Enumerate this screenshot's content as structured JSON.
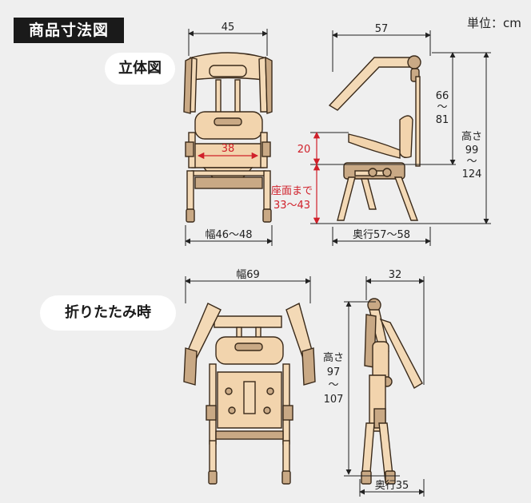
{
  "title": "商品寸法図",
  "unit": "単位：cm",
  "views": {
    "standing": {
      "label": "立体図",
      "width_top": "45",
      "seat_inner": "38",
      "width_bottom": "幅46〜48",
      "side_top": "57",
      "arm_height_1": "66",
      "arm_height_tilde": "〜",
      "arm_height_2": "81",
      "total_height_1": "高さ",
      "total_height_2": "99",
      "total_height_tilde": "〜",
      "total_height_3": "124",
      "seat_offset": "20",
      "seat_height_1": "座面まで",
      "seat_height_2": "33〜43",
      "depth": "奥行57〜58"
    },
    "folded": {
      "label": "折りたたみ時",
      "width": "幅69",
      "side_top": "32",
      "height_1": "高さ",
      "height_2": "97",
      "height_tilde": "〜",
      "height_3": "107",
      "depth": "奥行35"
    }
  },
  "colors": {
    "frame": "#f3d9b6",
    "outline": "#3a2a1a",
    "accent_red": "#d0202a",
    "background": "#efefef"
  }
}
